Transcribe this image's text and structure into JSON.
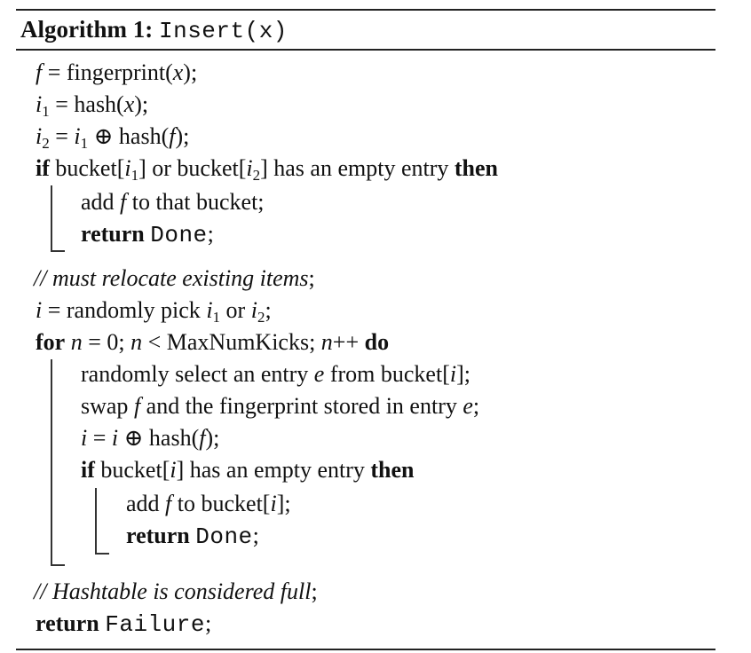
{
  "algorithm": {
    "label": "Algorithm 1:",
    "name": "Insert(x)"
  },
  "lines": {
    "l1": {
      "f": "f",
      "eq": " = fingerprint(",
      "x": "x",
      "end": ");"
    },
    "l2": {
      "i": "i",
      "sub": "1",
      "eq": " = hash(",
      "x": "x",
      "end": ");"
    },
    "l3": {
      "i": "i",
      "sub": "2",
      "eq": " = ",
      "i1": "i",
      "sub1": "1",
      "op": " ⊕ hash(",
      "f": "f",
      "end": ");"
    },
    "l4": {
      "kw_if": "if",
      "t1": " bucket[",
      "i1": "i",
      "sub1": "1",
      "t2": "] or bucket[",
      "i2": "i",
      "sub2": "2",
      "t3": "] has an empty entry ",
      "kw_then": "then"
    },
    "l5": {
      "t1": "add ",
      "f": "f",
      "t2": " to that bucket;"
    },
    "l6": {
      "kw": "return",
      "sp": " ",
      "mono": "Done",
      "end": ";"
    },
    "l7": {
      "slashes": "//",
      "comment": " must relocate existing items",
      "end": ";"
    },
    "l8": {
      "i": "i",
      "t1": " = randomly pick ",
      "i1": "i",
      "sub1": "1",
      "t2": " or ",
      "i2": "i",
      "sub2": "2",
      "end": ";"
    },
    "l9": {
      "kw_for": "for",
      "sp": " ",
      "n1": "n",
      "t1": " = 0; ",
      "n2": "n",
      "t2": " < MaxNumKicks; ",
      "n3": "n",
      "t3": "++ ",
      "kw_do": "do"
    },
    "l10": {
      "t1": "randomly select an entry ",
      "e": "e",
      "t2": " from bucket[",
      "i": "i",
      "end": "];"
    },
    "l11": {
      "t1": "swap ",
      "f": "f",
      "t2": " and the fingerprint stored in entry ",
      "e": "e",
      "end": ";"
    },
    "l12": {
      "i": "i",
      "t1": " = ",
      "i2": "i",
      "t2": " ⊕ hash(",
      "f": "f",
      "end": ");"
    },
    "l13": {
      "kw_if": "if",
      "t1": " bucket[",
      "i": "i",
      "t2": "] has an empty entry ",
      "kw_then": "then"
    },
    "l14": {
      "t1": "add ",
      "f": "f",
      "t2": " to bucket[",
      "i": "i",
      "end": "];"
    },
    "l15": {
      "kw": "return",
      "sp": " ",
      "mono": "Done",
      "end": ";"
    },
    "l16": {
      "slashes": "//",
      "comment": " Hashtable is considered full",
      "end": ";"
    },
    "l17": {
      "kw": "return",
      "sp": " ",
      "mono": "Failure",
      "end": ";"
    }
  }
}
